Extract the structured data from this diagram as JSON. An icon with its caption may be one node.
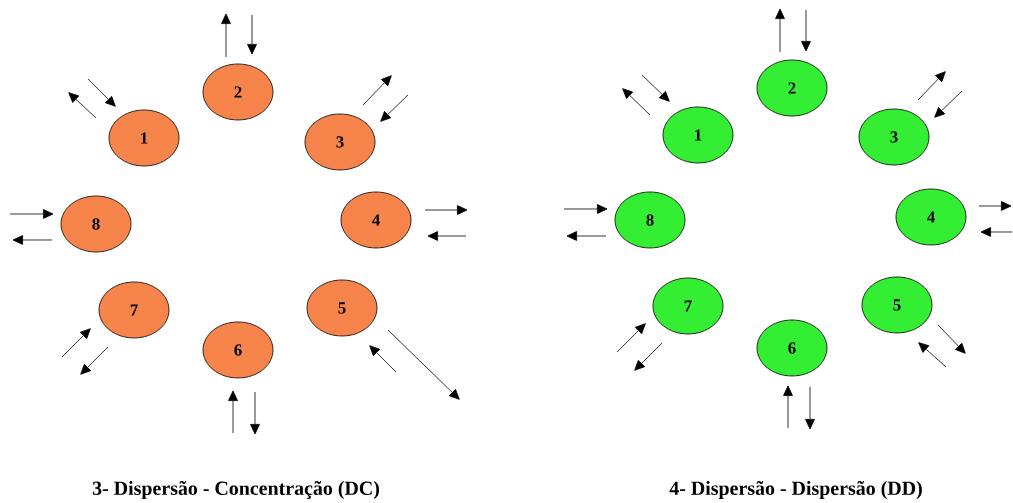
{
  "diagram": {
    "nodes": [
      {
        "text": [
          "1"
        ]
      },
      {
        "text": [
          "2"
        ]
      },
      {
        "text": [
          "3"
        ]
      },
      {
        "text": [
          "4"
        ]
      },
      {
        "text": [
          "5"
        ]
      },
      {
        "text": [
          "6"
        ]
      },
      {
        "text": [
          "7"
        ]
      },
      {
        "text": [
          "8"
        ]
      },
      {
        "text": [
          "1"
        ]
      },
      {
        "text": [
          "2"
        ]
      },
      {
        "text": [
          "3"
        ]
      },
      {
        "text": [
          "4"
        ]
      },
      {
        "text": [
          "5"
        ]
      },
      {
        "text": [
          "6"
        ]
      },
      {
        "text": [
          "7"
        ]
      },
      {
        "text": [
          "8"
        ]
      }
    ],
    "labels": [
      "3- Dispersão - Concentração (DC)",
      "4- Dispersão - Dispersão (DD)"
    ]
  }
}
